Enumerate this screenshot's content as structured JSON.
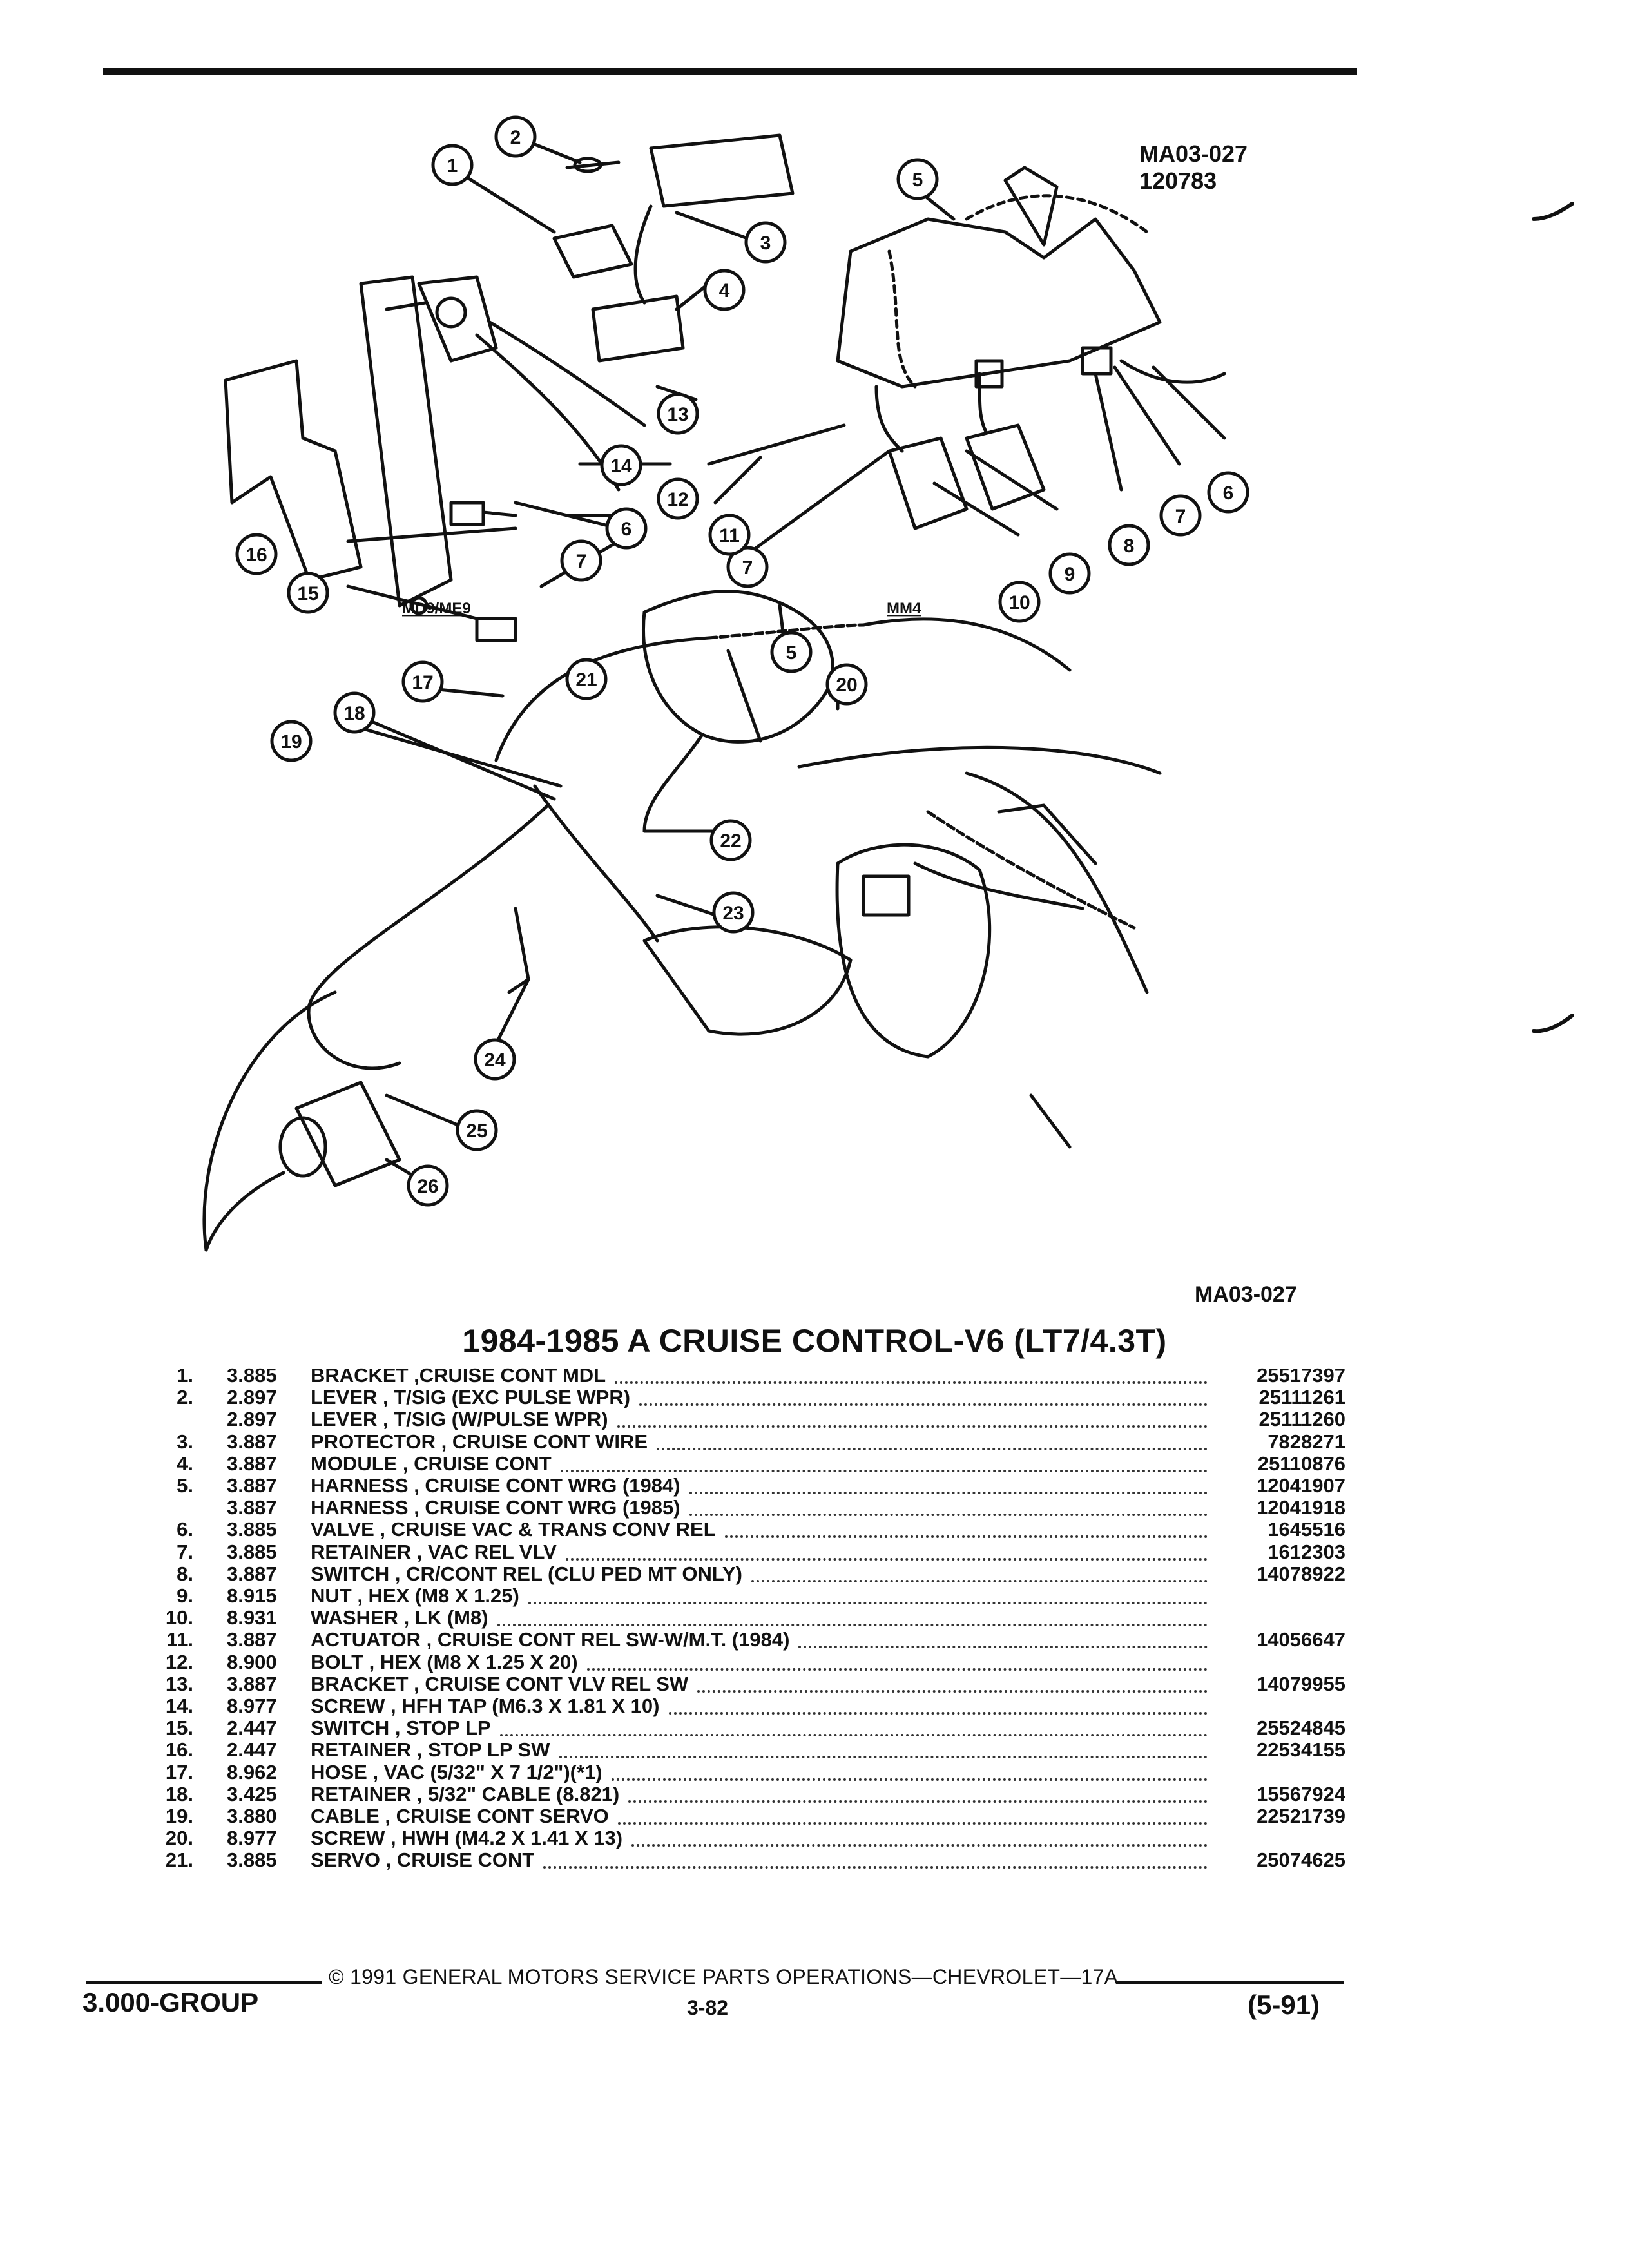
{
  "illustration": {
    "code_top_right": "MA03-027",
    "date_top_right": "120783",
    "code_bottom_right": "MA03-027",
    "variant_labels": {
      "left": "MD9/ME9",
      "right": "MM4"
    },
    "callouts": [
      "1",
      "2",
      "3",
      "4",
      "5",
      "6",
      "7",
      "8",
      "9",
      "10",
      "11",
      "12",
      "13",
      "14",
      "15",
      "16",
      "17",
      "18",
      "19",
      "20",
      "21",
      "22",
      "23",
      "24",
      "25",
      "26"
    ]
  },
  "title": "1984-1985 A CRUISE CONTROL-V6 (LT7/4.3T)",
  "parts": [
    {
      "num": "1.",
      "group": "3.885",
      "desc": "BRACKET ,CRUISE CONT MDL",
      "part": "25517397"
    },
    {
      "num": "2.",
      "group": "2.897",
      "desc": "LEVER , T/SIG (EXC PULSE WPR)",
      "part": "25111261"
    },
    {
      "num": "",
      "group": "2.897",
      "desc": "LEVER , T/SIG (W/PULSE WPR)",
      "part": "25111260"
    },
    {
      "num": "3.",
      "group": "3.887",
      "desc": "PROTECTOR , CRUISE CONT WIRE",
      "part": "7828271"
    },
    {
      "num": "4.",
      "group": "3.887",
      "desc": "MODULE , CRUISE CONT",
      "part": "25110876"
    },
    {
      "num": "5.",
      "group": "3.887",
      "desc": "HARNESS , CRUISE CONT WRG (1984)",
      "part": "12041907"
    },
    {
      "num": "",
      "group": "3.887",
      "desc": "HARNESS , CRUISE CONT WRG (1985)",
      "part": "12041918"
    },
    {
      "num": "6.",
      "group": "3.885",
      "desc": "VALVE , CRUISE VAC & TRANS CONV REL",
      "part": "1645516"
    },
    {
      "num": "7.",
      "group": "3.885",
      "desc": "RETAINER , VAC REL VLV",
      "part": "1612303"
    },
    {
      "num": "8.",
      "group": "3.887",
      "desc": "SWITCH , CR/CONT REL (CLU PED MT ONLY)",
      "part": "14078922"
    },
    {
      "num": "9.",
      "group": "8.915",
      "desc": "NUT , HEX (M8 X 1.25)",
      "part": ""
    },
    {
      "num": "10.",
      "group": "8.931",
      "desc": "WASHER , LK (M8)",
      "part": ""
    },
    {
      "num": "11.",
      "group": "3.887",
      "desc": "ACTUATOR , CRUISE CONT REL SW-W/M.T. (1984)",
      "part": "14056647"
    },
    {
      "num": "12.",
      "group": "8.900",
      "desc": "BOLT , HEX (M8 X 1.25 X 20)",
      "part": ""
    },
    {
      "num": "13.",
      "group": "3.887",
      "desc": "BRACKET , CRUISE CONT VLV REL SW",
      "part": "14079955"
    },
    {
      "num": "14.",
      "group": "8.977",
      "desc": "SCREW , HFH TAP (M6.3 X 1.81 X 10)",
      "part": ""
    },
    {
      "num": "15.",
      "group": "2.447",
      "desc": "SWITCH , STOP LP",
      "part": "25524845"
    },
    {
      "num": "16.",
      "group": "2.447",
      "desc": "RETAINER , STOP LP SW",
      "part": "22534155"
    },
    {
      "num": "17.",
      "group": "8.962",
      "desc": "HOSE , VAC (5/32\" X 7 1/2\")(*1)",
      "part": ""
    },
    {
      "num": "18.",
      "group": "3.425",
      "desc": "RETAINER , 5/32\" CABLE (8.821)",
      "part": "15567924"
    },
    {
      "num": "19.",
      "group": "3.880",
      "desc": "CABLE , CRUISE CONT SERVO",
      "part": "22521739"
    },
    {
      "num": "20.",
      "group": "8.977",
      "desc": "SCREW , HWH (M4.2 X 1.41 X 13)",
      "part": ""
    },
    {
      "num": "21.",
      "group": "3.885",
      "desc": "SERVO , CRUISE CONT",
      "part": "25074625"
    }
  ],
  "footer": {
    "copyright": "© 1991 GENERAL MOTORS SERVICE PARTS OPERATIONS—CHEVROLET—17A",
    "group": "3.000-GROUP",
    "page": "3-82",
    "revision": "(5-91)"
  }
}
